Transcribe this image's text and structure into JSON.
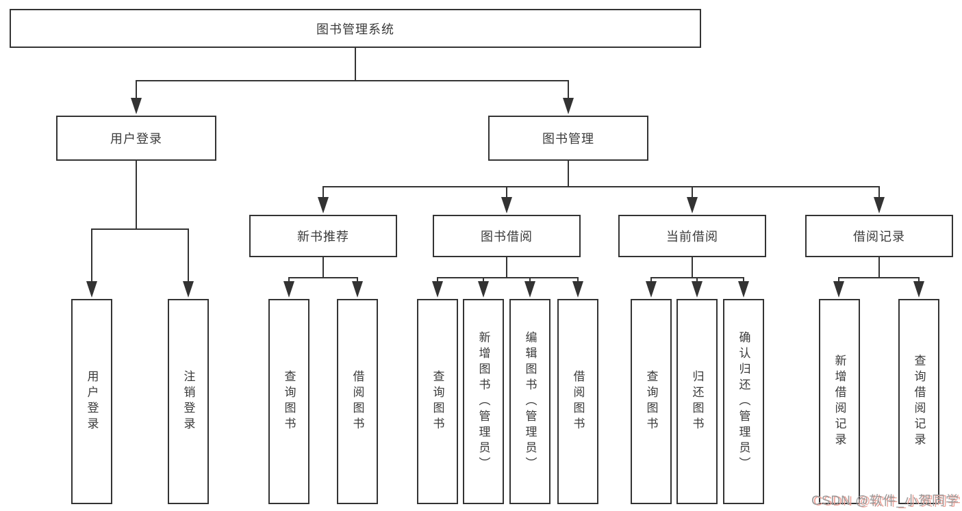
{
  "diagram": {
    "title": "图书管理系统",
    "branches": [
      {
        "label": "用户登录",
        "children": [
          "用户登录",
          "注销登录"
        ]
      },
      {
        "label": "图书管理",
        "children": [
          {
            "label": "新书推荐",
            "children": [
              "查询图书",
              "借阅图书"
            ]
          },
          {
            "label": "图书借阅",
            "children": [
              "查询图书",
              "新增图书（管理员）",
              "编辑图书（管理员）",
              "借阅图书"
            ]
          },
          {
            "label": "当前借阅",
            "children": [
              "查询图书",
              "归还图书",
              "确认归还（管理员）"
            ]
          },
          {
            "label": "借阅记录",
            "children": [
              "新增借阅记录",
              "查询借阅记录"
            ]
          }
        ]
      }
    ]
  },
  "watermark": {
    "text": "CSDN @软件_小贺同学"
  },
  "colors": {
    "line": "#333333",
    "box_border": "#333333",
    "text": "#3a3a3a",
    "background": "#ffffff",
    "watermark_gray": "#9b9b9b",
    "watermark_pink": "#eda49b"
  }
}
